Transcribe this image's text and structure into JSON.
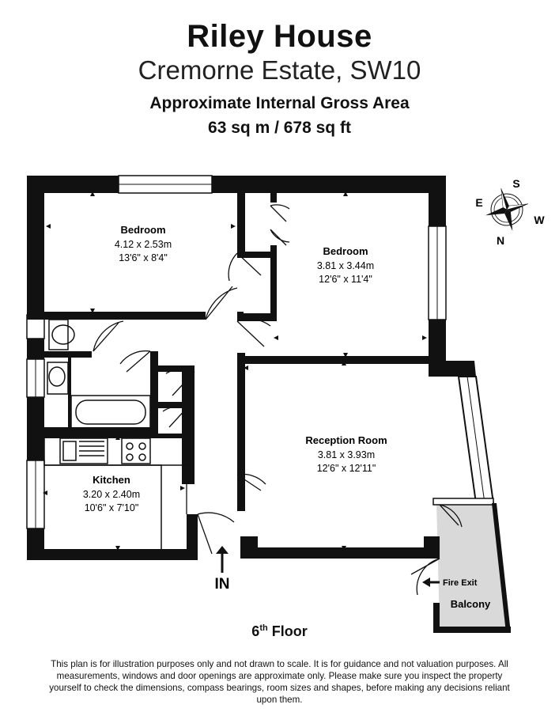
{
  "header": {
    "title": "Riley House",
    "subtitle": "Cremorne Estate, SW10",
    "area_label": "Approximate Internal Gross Area",
    "area_value": "63 sq m / 678 sq ft"
  },
  "rooms": [
    {
      "name": "Bedroom",
      "metric": "4.12 x 2.53m",
      "imperial": "13'6\" x 8'4\""
    },
    {
      "name": "Bedroom",
      "metric": "3.81 x 3.44m",
      "imperial": "12'6\" x 11'4\""
    },
    {
      "name": "Reception Room",
      "metric": "3.81 x 3.93m",
      "imperial": "12'6\" x 12'11\""
    },
    {
      "name": "Kitchen",
      "metric": "3.20 x 2.40m",
      "imperial": "10'6\" x 7'10\""
    },
    {
      "name": "Balcony"
    }
  ],
  "labels": {
    "entrance": "IN",
    "fire_exit": "Fire Exit"
  },
  "compass": {
    "n": "N",
    "s": "S",
    "e": "E",
    "w": "W"
  },
  "floor": {
    "number": "6",
    "suffix": "th",
    "label": " Floor"
  },
  "disclaimer": "This plan is for illustration purposes only and not drawn to scale. It is for guidance and not valuation purposes. All measurements, windows and door openings are approximate only. Please make sure you inspect the property yourself to check the dimensions, compass bearings, room sizes and shapes, before making any decisions reliant upon them."
}
